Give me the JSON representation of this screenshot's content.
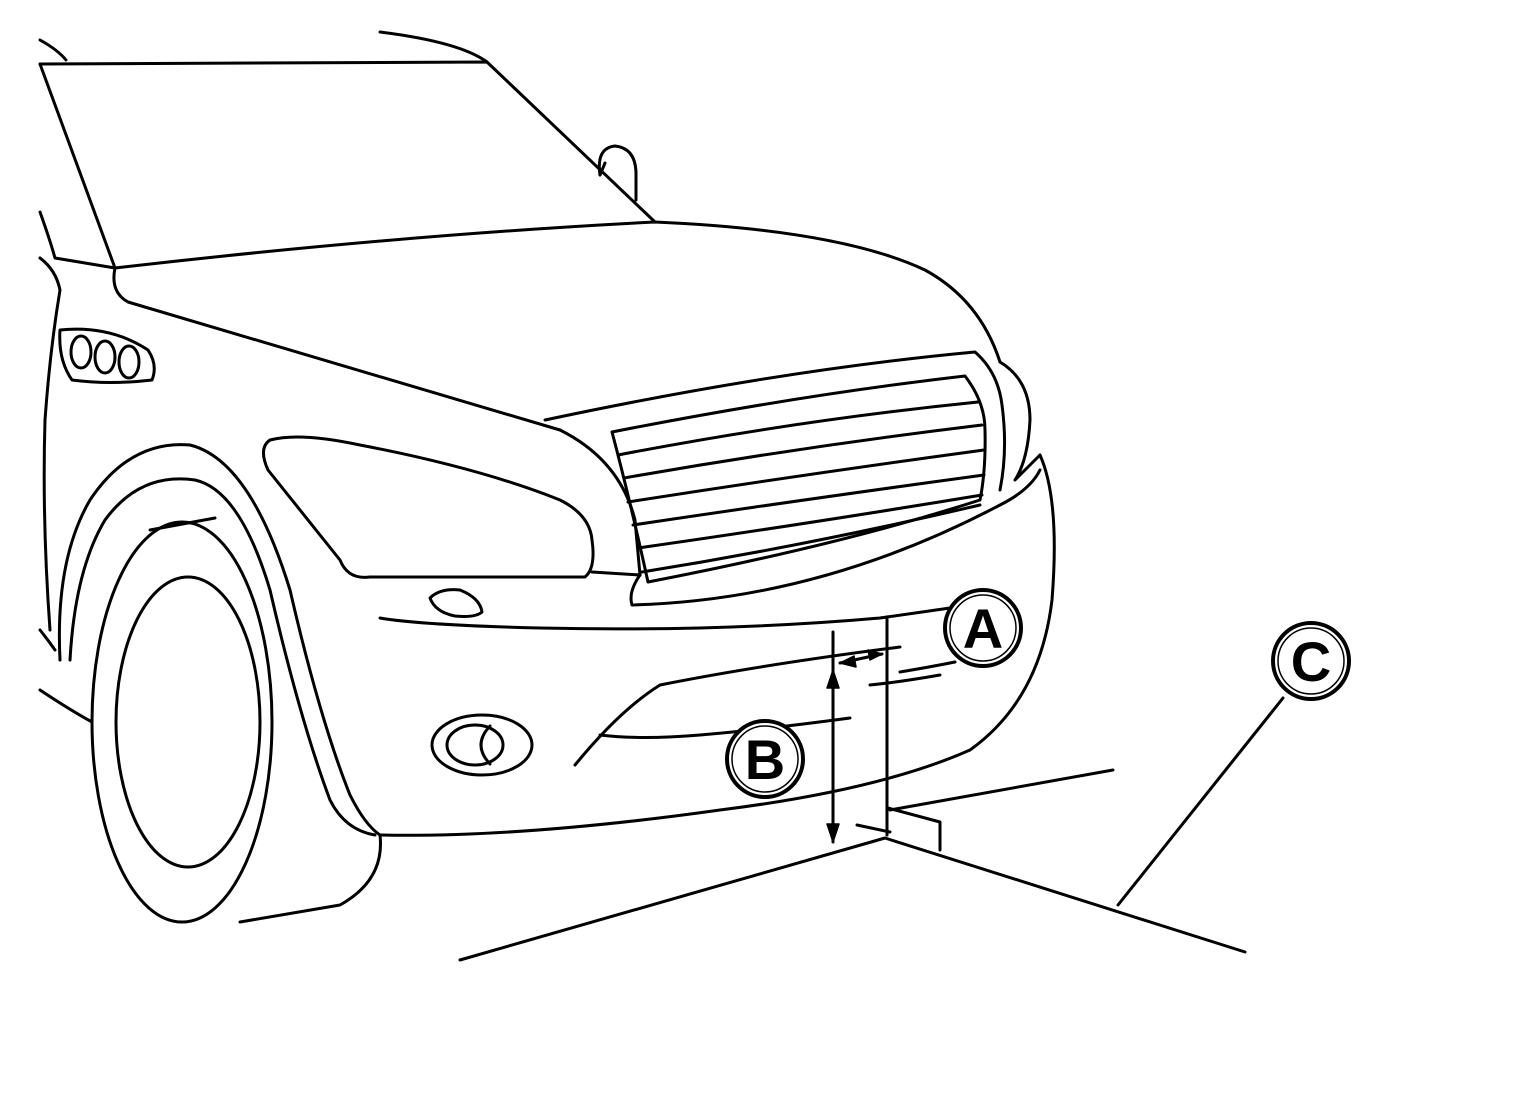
{
  "diagram": {
    "line_color": "#000000",
    "background": "#ffffff",
    "callouts": [
      {
        "id": "a",
        "label": "A"
      },
      {
        "id": "b",
        "label": "B"
      },
      {
        "id": "c",
        "label": "C"
      }
    ]
  }
}
